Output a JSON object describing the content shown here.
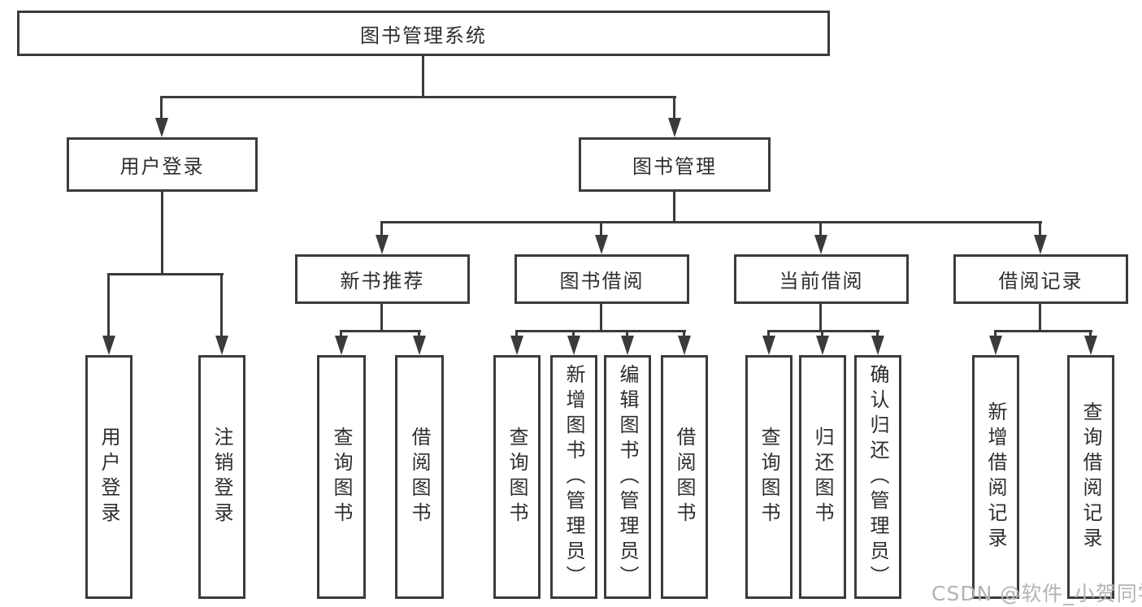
{
  "diagram": {
    "root": {
      "label": "图书管理系统"
    },
    "branches": {
      "user_login": {
        "label": "用户登录",
        "children": {
          "login": {
            "label": "用户登录"
          },
          "logout": {
            "label": "注销登录"
          }
        }
      },
      "book_mgmt": {
        "label": "图书管理",
        "children": {
          "new_book_rec": {
            "label": "新书推荐",
            "children": {
              "query_books": {
                "label": "查询图书"
              },
              "borrow_books": {
                "label": "借阅图书"
              }
            }
          },
          "book_borrow": {
            "label": "图书借阅",
            "children": {
              "query_books": {
                "label": "查询图书"
              },
              "add_books": {
                "label": "新增图书（管理员）"
              },
              "edit_books": {
                "label": "编辑图书（管理员）"
              },
              "borrow_books": {
                "label": "借阅图书"
              }
            }
          },
          "current_borrow": {
            "label": "当前借阅",
            "children": {
              "query_books": {
                "label": "查询图书"
              },
              "return_books": {
                "label": "归还图书"
              },
              "confirm_return": {
                "label": "确认归还（管理员）"
              }
            }
          },
          "borrow_records": {
            "label": "借阅记录",
            "children": {
              "add_record": {
                "label": "新增借阅记录"
              },
              "query_record": {
                "label": "查询借阅记录"
              }
            }
          }
        }
      }
    }
  },
  "watermark": {
    "text": "CSDN @软件_小贺同学"
  },
  "colors": {
    "line": "#3b3b3b",
    "text": "#2e2e2e",
    "watermark": "#b3b3b3",
    "background": "#ffffff"
  }
}
